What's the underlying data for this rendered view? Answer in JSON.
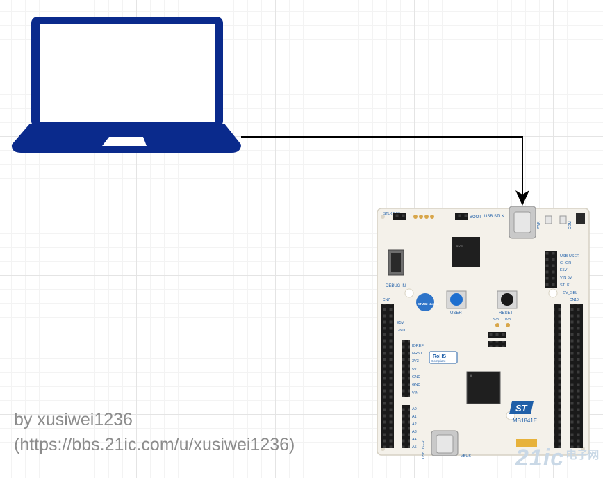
{
  "credit": {
    "author": "by xusiwei1236",
    "url": "(https://bbs.21ic.com/u/xusiwei1236)"
  },
  "board": {
    "model": "MB1841E",
    "usb_stlk_label": "USB STLK",
    "boot_label": "BOOT",
    "stlk_rst_label": "STLK RST",
    "debug_label": "DEBUG IN",
    "user_button_label": "USER",
    "reset_button_label": "RESET",
    "rohs_label": "RoHS",
    "rohs_sub": "Compliant",
    "nucleo_label": "STM32 Nucleo",
    "cn7_label": "CN7",
    "cn10_label": "CN10",
    "pwr_label": "PWR",
    "com_label": "COM",
    "sel_label": "5V_SEL",
    "left_pins": [
      "E5V",
      "GND",
      "IOREF",
      "NRST",
      "3V3",
      "5V",
      "GND",
      "GND",
      "VIN"
    ],
    "analog_pins": [
      "A0",
      "A1",
      "A2",
      "A3",
      "A4",
      "A5"
    ],
    "right_pins": [
      "USB USER",
      "CHGR",
      "E5V",
      "VIN 5V",
      "STLK"
    ],
    "usb_user_label": "USB USER",
    "vbus_label": "VBUS",
    "jumper_labels": [
      "3V3",
      "1V8"
    ]
  },
  "site_logo": {
    "text": "21ic",
    "cn": "电子网"
  },
  "colors": {
    "laptop": "#0a2a8c",
    "connector": "#000000",
    "board": "#f4f1ea",
    "pin_header": "#1a1a1a",
    "label_blue": "#1f5fa8"
  }
}
